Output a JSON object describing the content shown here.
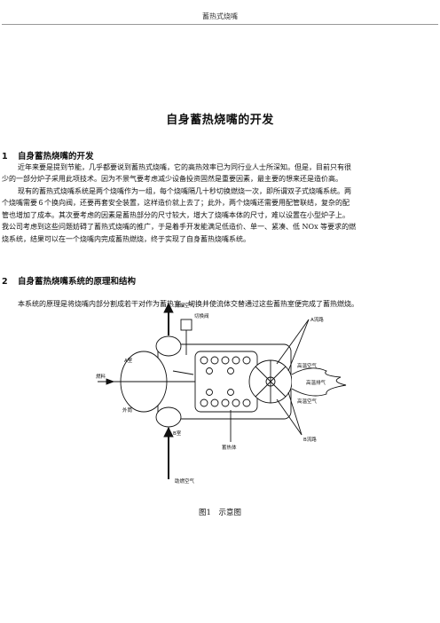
{
  "header": {
    "text": "蓄热式烧嘴"
  },
  "title": "自身蓄热烧嘴的开发",
  "section1": {
    "number": "1",
    "heading": "自身蓄热烧嘴的开发",
    "para1_lines": [
      "近年来要是提到节能，几乎都要说到蓄热式烧嘴，它的高热效率已为同行业人士所深知。但是，目前只有很",
      "少的一部分炉子采用此项技术。因为不景气要考虑减少设备投资固然是重要因素，最主要的想来还是造价高。"
    ],
    "para2_lines": [
      "现有的蓄热式烧嘴系统是两个烧嘴作为一组，每个烧嘴隔几十秒切换燃烧一次，即所谓双子式烧嘴系统。两",
      "个烧嘴需要６个换向阀，还要再套安全装置，这样造价就上去了；此外，两个烧嘴还需要用配管联结，复杂的配",
      "管也增加了成本。其次要考虑的因素是蓄热部分的尺寸较大，增大了烧嘴本体的尺寸，难以设置在小型炉子上。",
      "我公司考虑到这些问题妨碍了蓄热式烧嘴的推广，于是着手开发能满足低造价、单一、紧凑、低 NOx 等要求的燃",
      "烧系统，结果可以在一个烧嘴内完成蓄热燃烧，终于实现了自身蓄热烧嘴系统。"
    ]
  },
  "section2": {
    "number": "2",
    "heading": "自身蓄热烧嘴系统的原理和结构",
    "para_lines": [
      "本系统的原理是将烧嘴内部分割成若干对作为蓄热室，切换并使流体交替通过这些蓄热室便完成了蓄热燃烧。"
    ]
  },
  "figure": {
    "labels": {
      "exhaust": "排烟空气",
      "valve": "切换阀",
      "chamber_a": "A室",
      "chamber_b": "B室",
      "outer_tube": "外筒",
      "fuel": "燃料",
      "regenerator": "蓄热体",
      "flow_a": "A流路",
      "flow_b": "B流路",
      "hot_air_1": "高温空气",
      "hot_exhaust": "高温排气",
      "hot_air_2": "高温空气",
      "combustion_air": "助燃空气"
    },
    "caption": "图1　示意图"
  }
}
